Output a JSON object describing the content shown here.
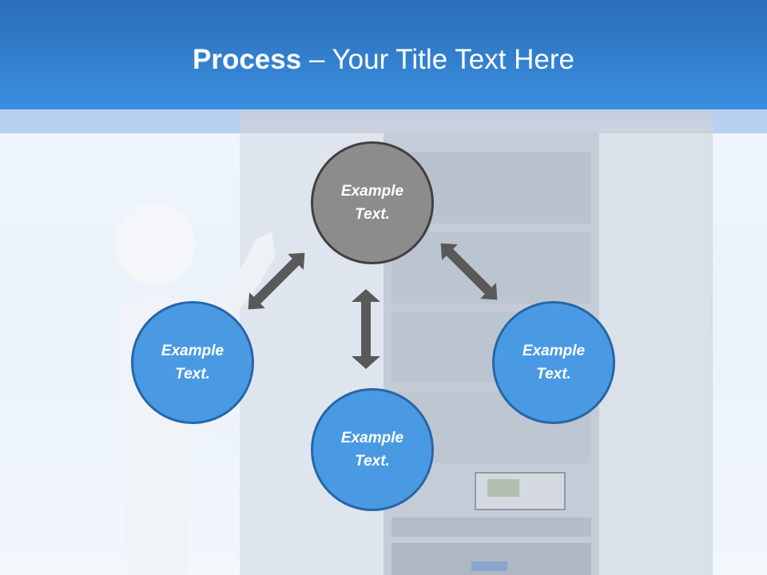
{
  "slide": {
    "title_bold": "Process",
    "title_rest": " – Your Title Text Here"
  },
  "diagram": {
    "nodes": [
      {
        "id": "top",
        "text": "Example Text.",
        "style": "gray"
      },
      {
        "id": "left",
        "text": "Example Text.",
        "style": "blue"
      },
      {
        "id": "right",
        "text": "Example Text.",
        "style": "blue"
      },
      {
        "id": "bottom",
        "text": "Example Text.",
        "style": "blue"
      }
    ],
    "arrows": [
      "top-left",
      "top-right",
      "top-bottom"
    ]
  },
  "colors": {
    "header": "#3a8fe0",
    "node_blue": "#4a9ae3",
    "node_gray": "#8c8c8c",
    "arrow": "#595959"
  }
}
